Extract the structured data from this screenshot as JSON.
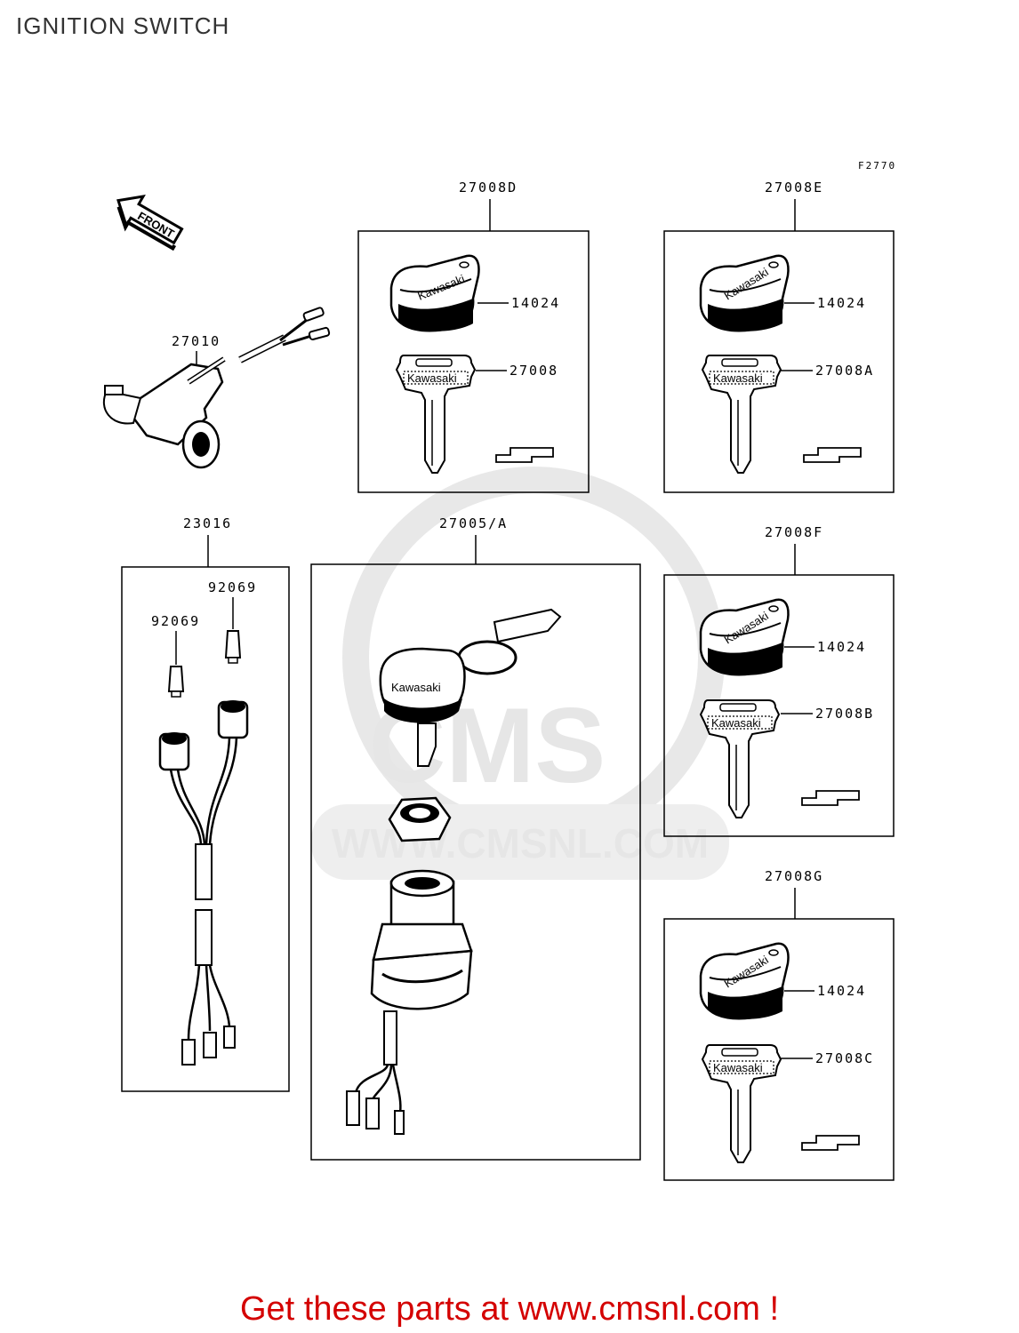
{
  "page": {
    "title": "IGNITION SWITCH",
    "promo": "Get these parts at www.cmsnl.com !"
  },
  "diagram": {
    "figure_code": "F2770",
    "front_arrow": "FRONT",
    "watermark": {
      "logo": "CMS",
      "url": "WWW.CMSNL.COM"
    },
    "brand_marking": "Kawasaki",
    "groups": {
      "g27008d": "27008D",
      "g27008e": "27008E",
      "g27008f": "27008F",
      "g27008g": "27008G",
      "g23016": "23016",
      "g27005": "27005/A"
    },
    "parts": {
      "p27010": "27010",
      "p14024": "14024",
      "p27008": "27008",
      "p27008a": "27008A",
      "p27008b": "27008B",
      "p27008c": "27008C",
      "p92069": "92069"
    }
  }
}
